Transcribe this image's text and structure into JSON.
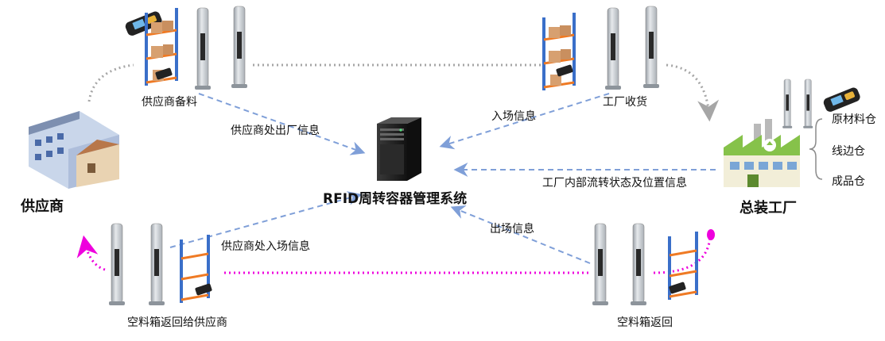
{
  "nodes": {
    "supplier": "供应商",
    "factory": "总装工厂",
    "system": "RFID周转容器管理系统",
    "supplier_stock": "供应商备料",
    "factory_receive": "工厂收货",
    "empty_return": "空料箱返回",
    "empty_return_supplier": "空料箱返回给供应商"
  },
  "warehouses": [
    "原材料仓",
    "线边仓",
    "成品仓"
  ],
  "flows": {
    "supplier_out": "供应商处出厂信息",
    "inbound": "入场信息",
    "internal": "工厂内部流转状态及位置信息",
    "outbound": "出场信息",
    "supplier_in": "供应商处入场信息"
  },
  "colors": {
    "dashed_arrow": "#7f9fd8",
    "gray_dots": "#a6a6a6",
    "magenta_dots": "#ee00dd",
    "rack_blue": "#3a6fc9",
    "rack_orange": "#ef7a24",
    "gate_gray": "#cfd3d8",
    "server_black": "#1d1d1d"
  },
  "icons": [
    "supplier-building-icon",
    "factory-icon",
    "server-icon",
    "rfid-gate-icon",
    "rack-icon",
    "handheld-reader-icon"
  ]
}
